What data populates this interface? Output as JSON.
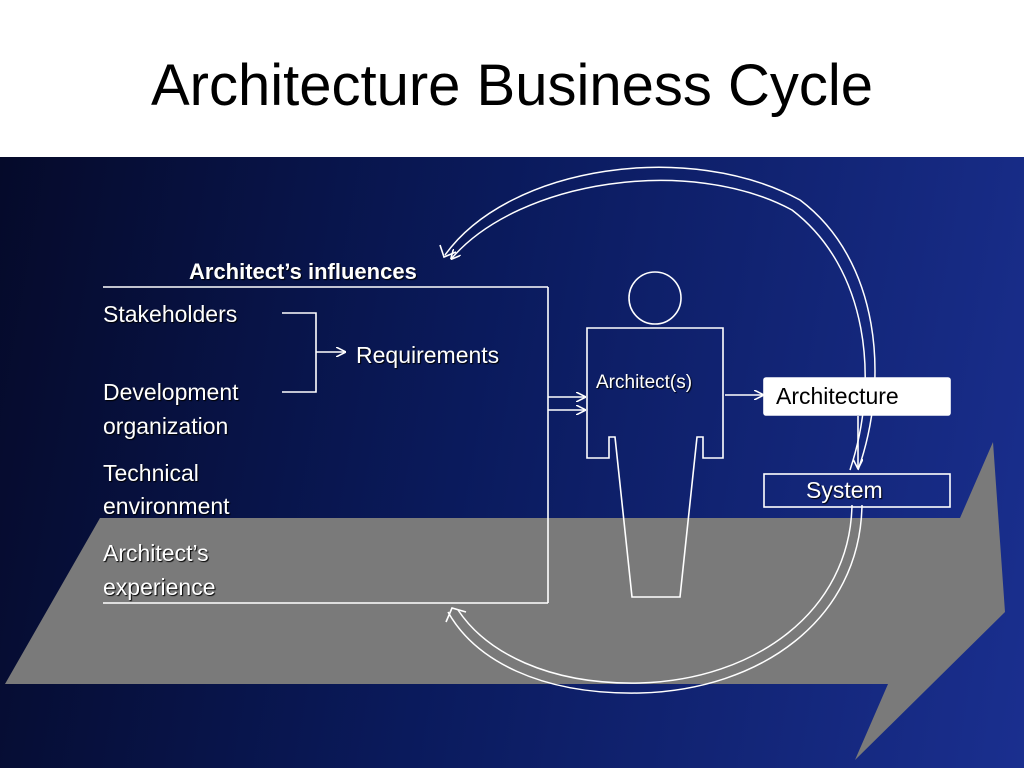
{
  "title": "Architecture Business Cycle",
  "influences": {
    "heading": "Architect’s influences",
    "stakeholders": "Stakeholders",
    "development_line1": "Development",
    "development_line2": "organization",
    "technical_line1": "Technical",
    "technical_line2": "environment",
    "experience_line1": "Architect’s",
    "experience_line2": "experience"
  },
  "requirements": "Requirements",
  "architects": "Architect(s)",
  "architecture": "Architecture",
  "system": "System",
  "colors": {
    "background_dark": "#050a2a",
    "background_light": "#1a2f8f",
    "band": "#7a7a7a",
    "line": "#ffffff"
  }
}
